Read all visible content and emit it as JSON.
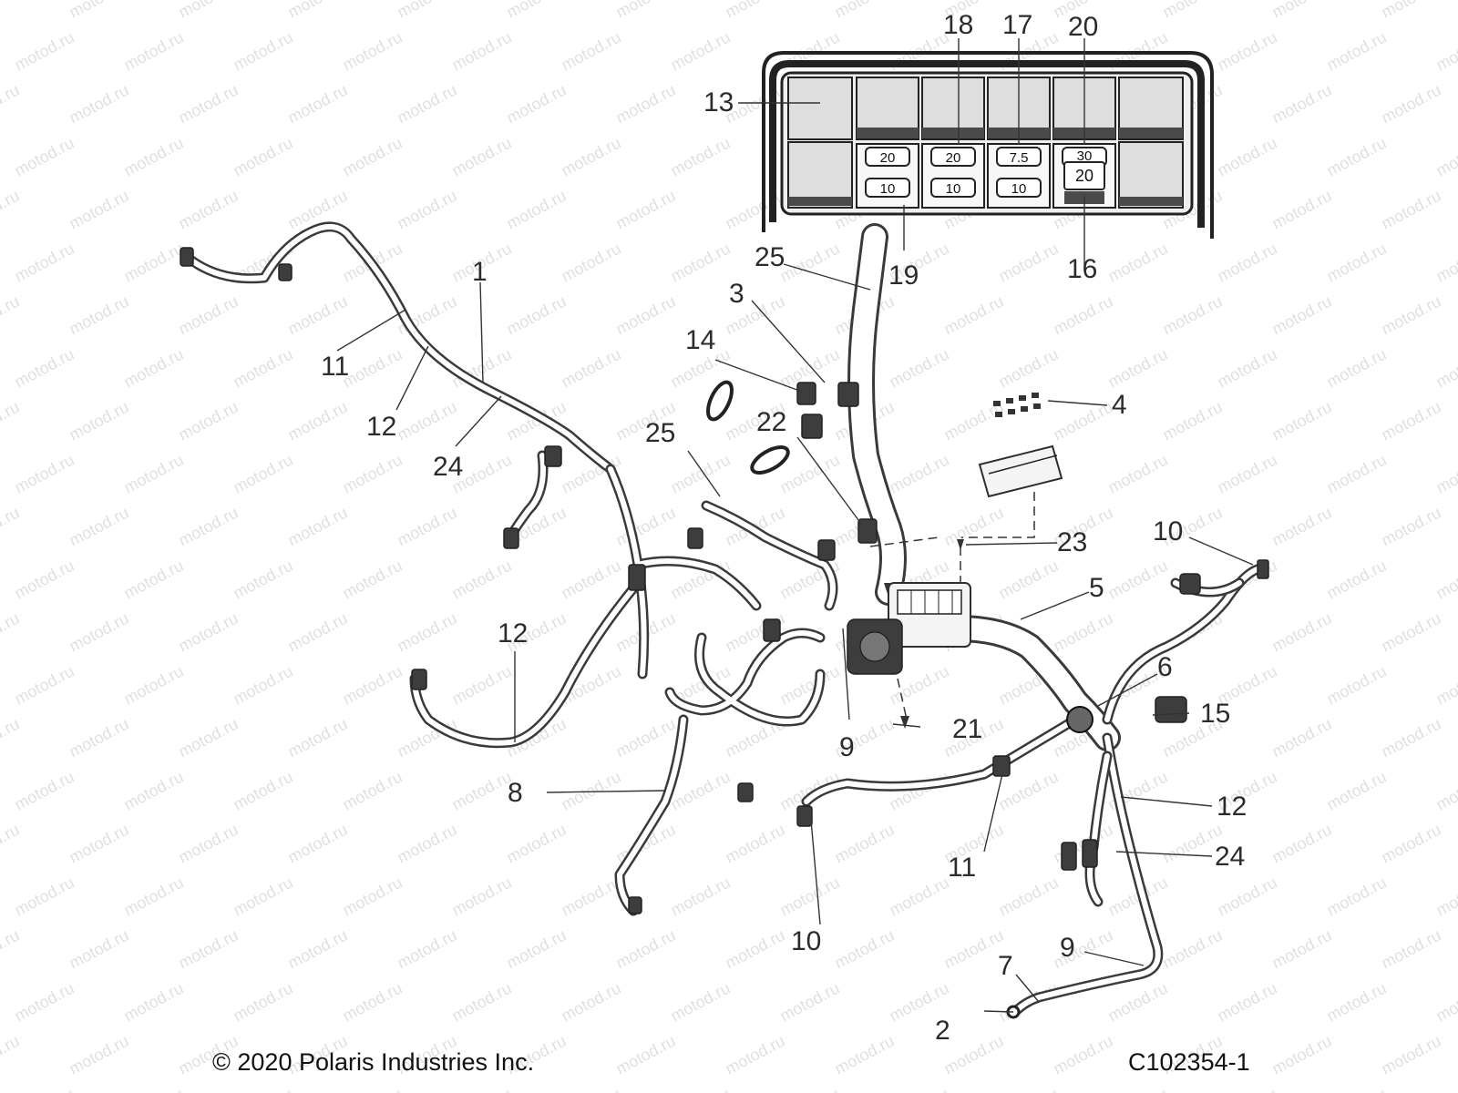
{
  "callouts": {
    "c1": "1",
    "c2": "2",
    "c3": "3",
    "c4": "4",
    "c5": "5",
    "c6": "6",
    "c7": "7",
    "c8": "8",
    "c9a": "9",
    "c9b": "9",
    "c10a": "10",
    "c10b": "10",
    "c11a": "11",
    "c11b": "11",
    "c12a": "12",
    "c12b": "12",
    "c12c": "12",
    "c13": "13",
    "c14": "14",
    "c15": "15",
    "c16": "16",
    "c17": "17",
    "c18": "18",
    "c19": "19",
    "c20": "20",
    "c21": "21",
    "c22": "22",
    "c23": "23",
    "c24a": "24",
    "c24b": "24",
    "c25a": "25",
    "c25b": "25"
  },
  "fuse_box": {
    "top_row": [
      "20",
      "20",
      "7.5",
      "30"
    ],
    "bottom_row": [
      "10",
      "10",
      "10",
      "20"
    ]
  },
  "watermark_text": "motod.ru",
  "footer": {
    "copyright": "© 2020 Polaris Industries Inc.",
    "diagram_id": "C102354-1"
  }
}
